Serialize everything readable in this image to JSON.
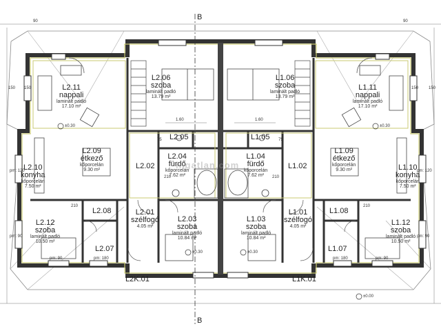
{
  "rooms": {
    "l2_11": {
      "code": "L2.11",
      "name": "nappali",
      "floor": "laminált padló",
      "area": "17.10 m²"
    },
    "l2_06": {
      "code": "L2.06",
      "name": "szoba",
      "floor": "laminált padló",
      "area": "13.79 m²"
    },
    "l1_06": {
      "code": "L1.06",
      "name": "szoba",
      "floor": "laminált padló",
      "area": "13.79 m²"
    },
    "l1_11": {
      "code": "L1.11",
      "name": "nappali",
      "floor": "laminált padló",
      "area": "17.10 m²"
    },
    "l2_09": {
      "code": "L2.09",
      "name": "étkező",
      "floor": "kőporcelán",
      "area": "9.30 m²"
    },
    "l1_09": {
      "code": "L1.09",
      "name": "étkező",
      "floor": "kőporcelán",
      "area": "9.30 m²"
    },
    "l2_10": {
      "code": "L2.10",
      "name": "konyha",
      "floor": "kőporcelán",
      "area": "7.50 m²"
    },
    "l1_10": {
      "code": "L1.10",
      "name": "konyha",
      "floor": "kőporcelán",
      "area": "7.50 m²"
    },
    "l2_05": {
      "code": "L2.05"
    },
    "l1_05": {
      "code": "L1.05"
    },
    "l2_04": {
      "code": "L2.04",
      "name": "fürdő",
      "floor": "kőporcelán",
      "area": "7.62 m²"
    },
    "l1_04": {
      "code": "L1.04",
      "name": "fürdő",
      "floor": "kőporcelán",
      "area": "7.62 m²"
    },
    "l2_02": {
      "code": "L2.02"
    },
    "l1_02": {
      "code": "L1.02"
    },
    "l2_08": {
      "code": "L2.08"
    },
    "l1_08": {
      "code": "L1.08"
    },
    "l2_01": {
      "code": "L2.01",
      "name": "szélfogó",
      "area": "4.05 m²"
    },
    "l1_01": {
      "code": "L1.01",
      "name": "szélfogó",
      "area": "4.05 m²"
    },
    "l2_03": {
      "code": "L2.03",
      "name": "szoba",
      "floor": "laminált padló",
      "area": "10.84 m²"
    },
    "l1_03": {
      "code": "L1.03",
      "name": "szoba",
      "floor": "laminált padló",
      "area": "10.84 m²"
    },
    "l2_12": {
      "code": "L2.12",
      "name": "szoba",
      "floor": "laminált padló",
      "area": "10.50 m²"
    },
    "l1_12": {
      "code": "L1.12",
      "name": "szoba",
      "floor": "laminált padló",
      "area": "10.50 m²"
    },
    "l2_07": {
      "code": "L2.07"
    },
    "l1_07": {
      "code": "L1.07"
    },
    "l2k_01": {
      "code": "L2K.01"
    },
    "l1k_01": {
      "code": "L1K.01"
    }
  },
  "section": {
    "b_top": "B",
    "b_bottom": "B"
  },
  "dims": {
    "d_90a": "90",
    "d_90b": "90",
    "d_150l": "150",
    "d_150r": "150",
    "d_150l2": "150",
    "d_150r2": "150",
    "d_120l": "pm: 120",
    "d_120r": "pm: 120",
    "d_90l": "pm: 90",
    "d_90r": "pm: 90",
    "d_160a": "1.60",
    "d_160b": "1.60",
    "d_75a": "75",
    "d_75b": "75",
    "d_210a": "210",
    "d_210b": "210",
    "d_210c": "210",
    "d_210d": "210",
    "d_180a": "pm: 180",
    "d_180b": "pm: 180",
    "d_pm90a": "pm: 90",
    "d_pm90b": "pm: 90",
    "elev_l": "±0.30",
    "elev_r": "±0.30",
    "elev_bl": "±0.30",
    "elev_br": "±0.30",
    "elev_0": "±0.00"
  },
  "watermark": "ingatlan.com"
}
